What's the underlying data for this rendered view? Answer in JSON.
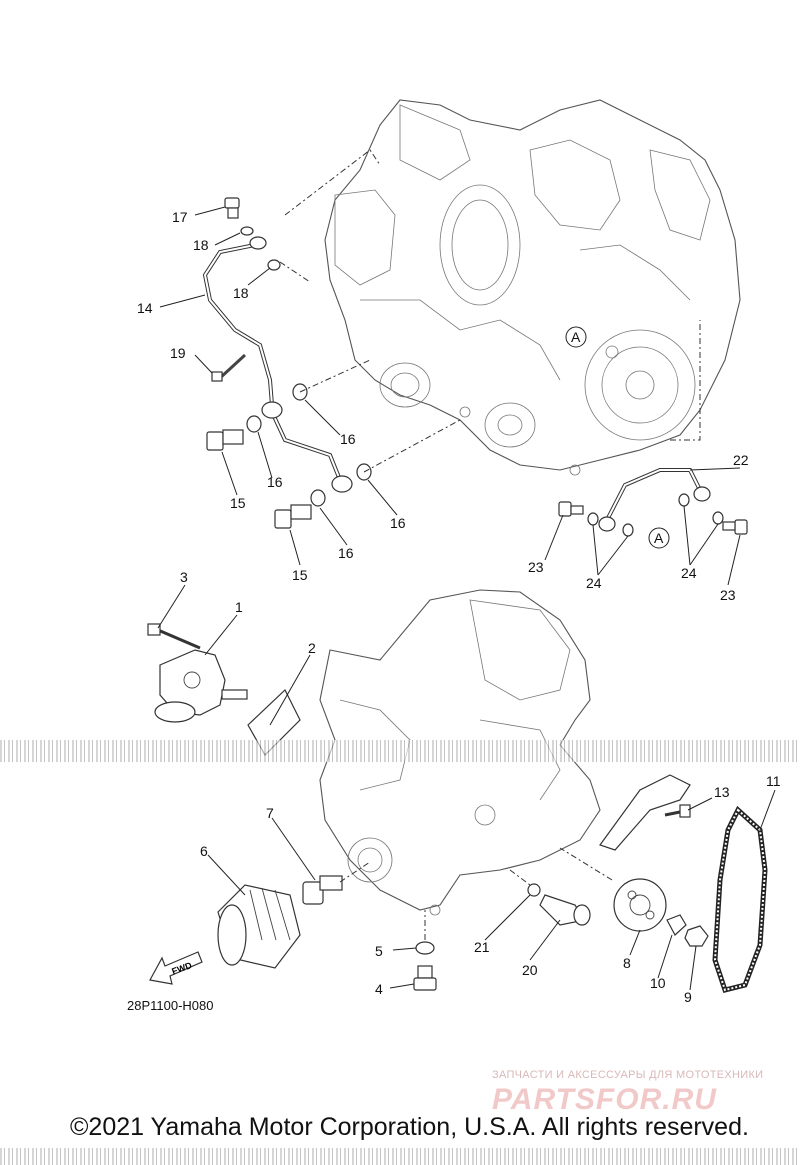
{
  "callouts": {
    "c1": "1",
    "c2": "2",
    "c3": "3",
    "c4": "4",
    "c5": "5",
    "c6": "6",
    "c7": "7",
    "c8": "8",
    "c9": "9",
    "c10": "10",
    "c11": "11",
    "c13": "13",
    "c14": "14",
    "c15a": "15",
    "c15b": "15",
    "c16a": "16",
    "c16b": "16",
    "c16c": "16",
    "c16d": "16",
    "c17": "17",
    "c18a": "18",
    "c18b": "18",
    "c19": "19",
    "c20": "20",
    "c21": "21",
    "c22": "22",
    "c23a": "23",
    "c23b": "23",
    "c24a": "24",
    "c24b": "24",
    "refA1": "A",
    "refA2": "A"
  },
  "fwd_label": "FWD",
  "diagram_code": "28P1100-H080",
  "watermark": {
    "tagline": "ЗАПЧАСТИ И АКСЕССУАРЫ ДЛЯ МОТОТЕХНИКИ",
    "logo": "PARTSFOR.RU"
  },
  "copyright": "©2021 Yamaha Motor Corporation, U.S.A. All rights reserved."
}
